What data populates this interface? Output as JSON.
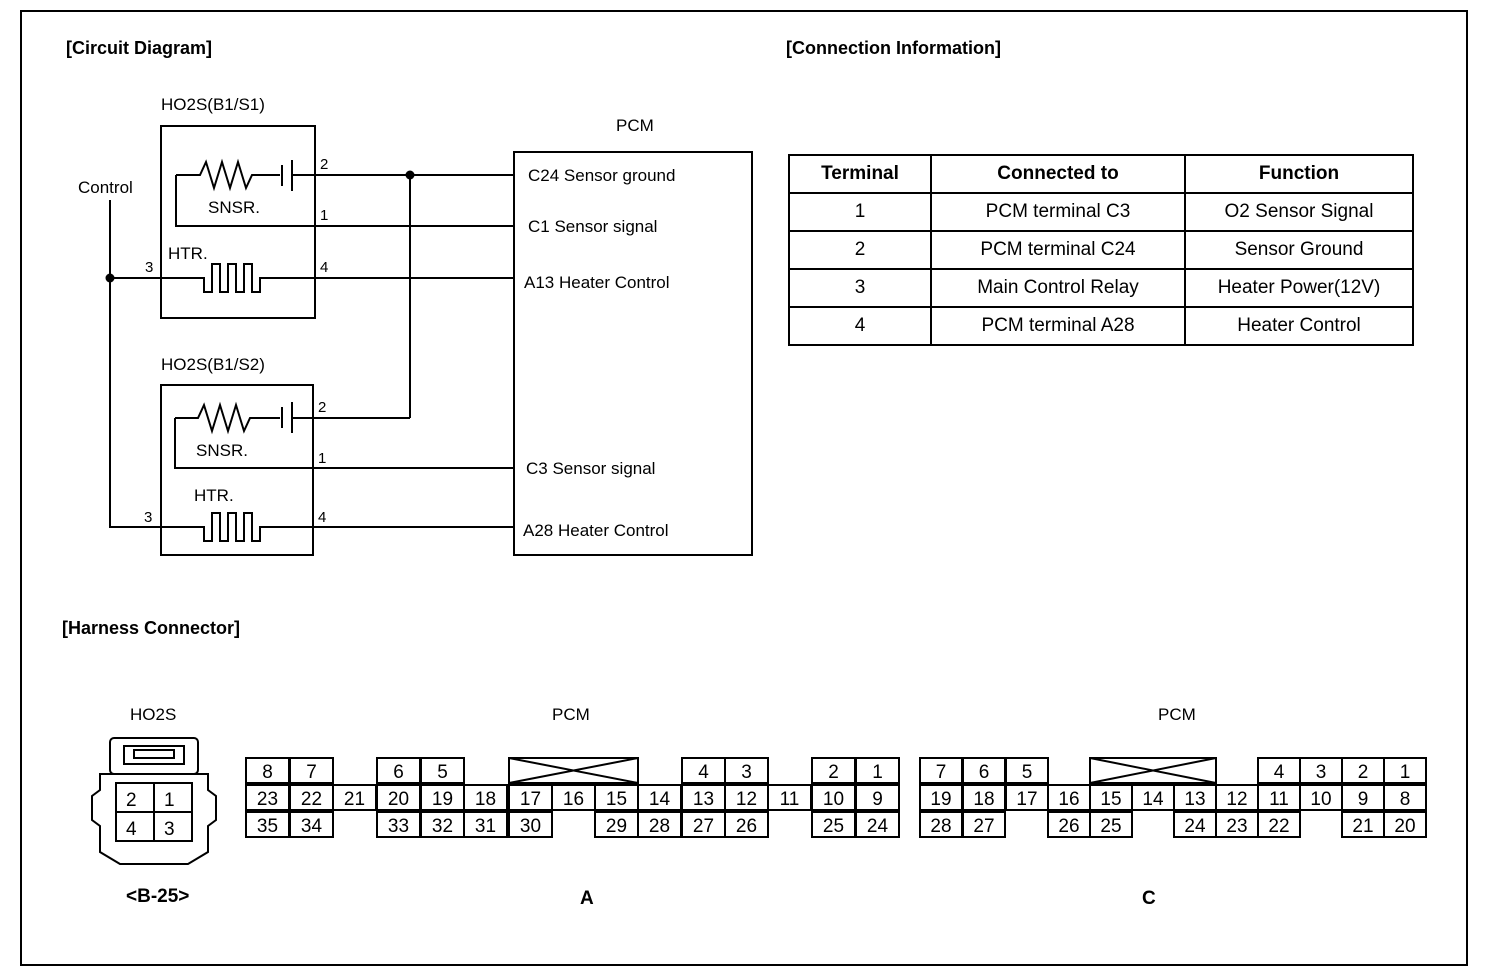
{
  "titles": {
    "circuit": "[Circuit Diagram]",
    "connection": "[Connection Information]",
    "harness": "[Harness Connector]"
  },
  "circuit": {
    "sensor1_name": "HO2S(B1/S1)",
    "sensor2_name": "HO2S(B1/S2)",
    "pcm": "PCM",
    "control": "Control",
    "snsr": "SNSR.",
    "htr": "HTR.",
    "pins": {
      "p1": "1",
      "p2": "2",
      "p3": "3",
      "p4": "4"
    },
    "pcm_terminals": [
      "C24 Sensor ground",
      "C1 Sensor signal",
      "A13 Heater Control",
      "C3 Sensor signal",
      "A28 Heater Control"
    ]
  },
  "table": {
    "headers": [
      "Terminal",
      "Connected to",
      "Function"
    ],
    "rows": [
      [
        "1",
        "PCM terminal C3",
        "O2 Sensor Signal"
      ],
      [
        "2",
        "PCM terminal C24",
        "Sensor Ground"
      ],
      [
        "3",
        "Main Control Relay",
        "Heater Power(12V)"
      ],
      [
        "4",
        "PCM terminal A28",
        "Heater Control"
      ]
    ]
  },
  "harness": {
    "ho2s_title": "HO2S",
    "ho2s_pins": [
      "2",
      "1",
      "4",
      "3"
    ],
    "ho2s_code": "<B-25>",
    "pcm_a_title": "PCM",
    "pcm_a_label": "A",
    "pcm_a_rows": [
      [
        "8",
        "7",
        "",
        "6",
        "5",
        "",
        "X",
        "X",
        "",
        "4",
        "3",
        "",
        "2",
        "1"
      ],
      [
        "23",
        "22",
        "21",
        "20",
        "19",
        "18",
        "17",
        "16",
        "15",
        "14",
        "13",
        "12",
        "11",
        "10",
        "9"
      ],
      [
        "35",
        "34",
        "",
        "33",
        "32",
        "31",
        "30",
        "",
        "29",
        "28",
        "27",
        "26",
        "",
        "25",
        "24"
      ]
    ],
    "pcm_c_title": "PCM",
    "pcm_c_label": "C",
    "pcm_c_rows": [
      [
        "7",
        "6",
        "5",
        "X",
        "4",
        "3",
        "2",
        "1"
      ],
      [
        "19",
        "18",
        "17",
        "16",
        "15",
        "14",
        "13",
        "12",
        "11",
        "10",
        "9",
        "8"
      ],
      [
        "28",
        "27",
        "26",
        "25",
        "24",
        "23",
        "22",
        "21",
        "20"
      ]
    ]
  }
}
